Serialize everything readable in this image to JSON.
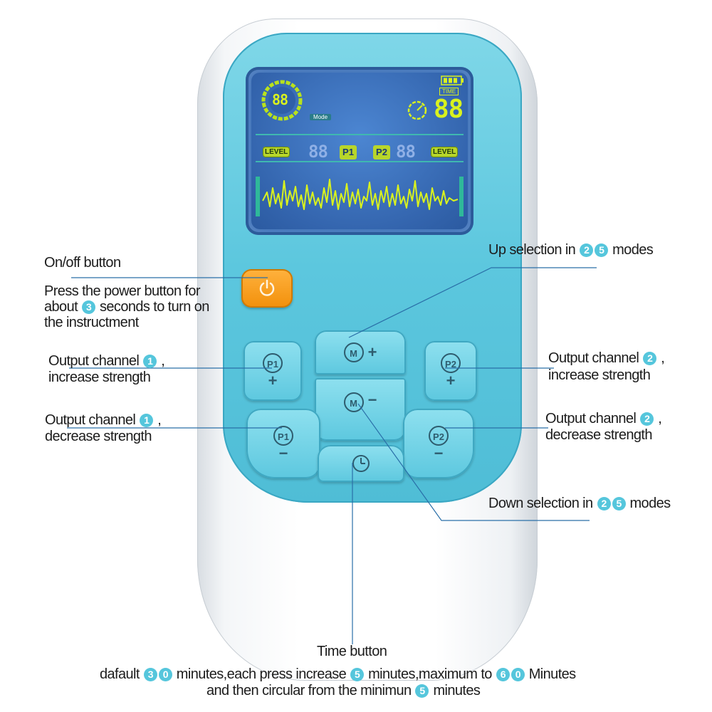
{
  "device": {
    "lcd": {
      "mode_digits": "88",
      "mode_tag": "Mode",
      "time_tag": "TIME",
      "time_digits": "88",
      "level_left": "LEVEL",
      "level_right": "LEVEL",
      "ch1_digits": "88",
      "ch2_digits": "88",
      "p1_badge": "P1",
      "p2_badge": "P2"
    },
    "buttons": {
      "p1_up_text": "P1",
      "p1_up_sign": "+",
      "p1_down_text": "P1",
      "p1_down_sign": "−",
      "p2_up_text": "P2",
      "p2_up_sign": "+",
      "p2_down_text": "P2",
      "p2_down_sign": "−",
      "m_up_text": "M",
      "m_up_sign": "+",
      "m_down_text": "M",
      "m_down_sign": "−"
    }
  },
  "labels": {
    "onoff_title": "On/off  button",
    "onoff_desc_1": "Press the power button for",
    "onoff_desc_2a": "about",
    "onoff_desc_2_num": "3",
    "onoff_desc_2b": "seconds to turn on",
    "onoff_desc_3": "the instructment",
    "up_sel_a": "Up selection in",
    "up_sel_n1": "2",
    "up_sel_n2": "5",
    "up_sel_b": "modes",
    "down_sel_a": "Down selection in",
    "down_sel_n1": "2",
    "down_sel_n2": "5",
    "down_sel_b": "modes",
    "out1_inc_a": "Output channel",
    "out1_inc_n": "1",
    "out1_inc_comma": ",",
    "out1_inc_b": "increase strength",
    "out1_dec_a": "Output channel",
    "out1_dec_n": "1",
    "out1_dec_comma": ",",
    "out1_dec_b": "decrease strength",
    "out2_inc_a": "Output channel",
    "out2_inc_n": "2",
    "out2_inc_comma": ",",
    "out2_inc_b": "increase strength",
    "out2_dec_a": "Output channel",
    "out2_dec_n": "2",
    "out2_dec_comma": ",",
    "out2_dec_b": "decrease strength",
    "time_title": "Time button",
    "time_desc_a": "dafault",
    "time_desc_n1": "3",
    "time_desc_n2": "0",
    "time_desc_b": "minutes,each press increase",
    "time_desc_n3": "5",
    "time_desc_c": "minutes,maximum to",
    "time_desc_n4": "6",
    "time_desc_n5": "0",
    "time_desc_d": "Minutes",
    "time_desc2_a": "and then circular from the minimun",
    "time_desc2_n": "5",
    "time_desc2_b": "minutes"
  },
  "colors": {
    "device_blue": "#5cc7de",
    "power_orange": "#f2900b",
    "lcd_blue": "#3364ad",
    "lcd_yellow": "#d9f21e",
    "callout_line": "#2a6fa8",
    "number_dot": "#55c6dc"
  }
}
